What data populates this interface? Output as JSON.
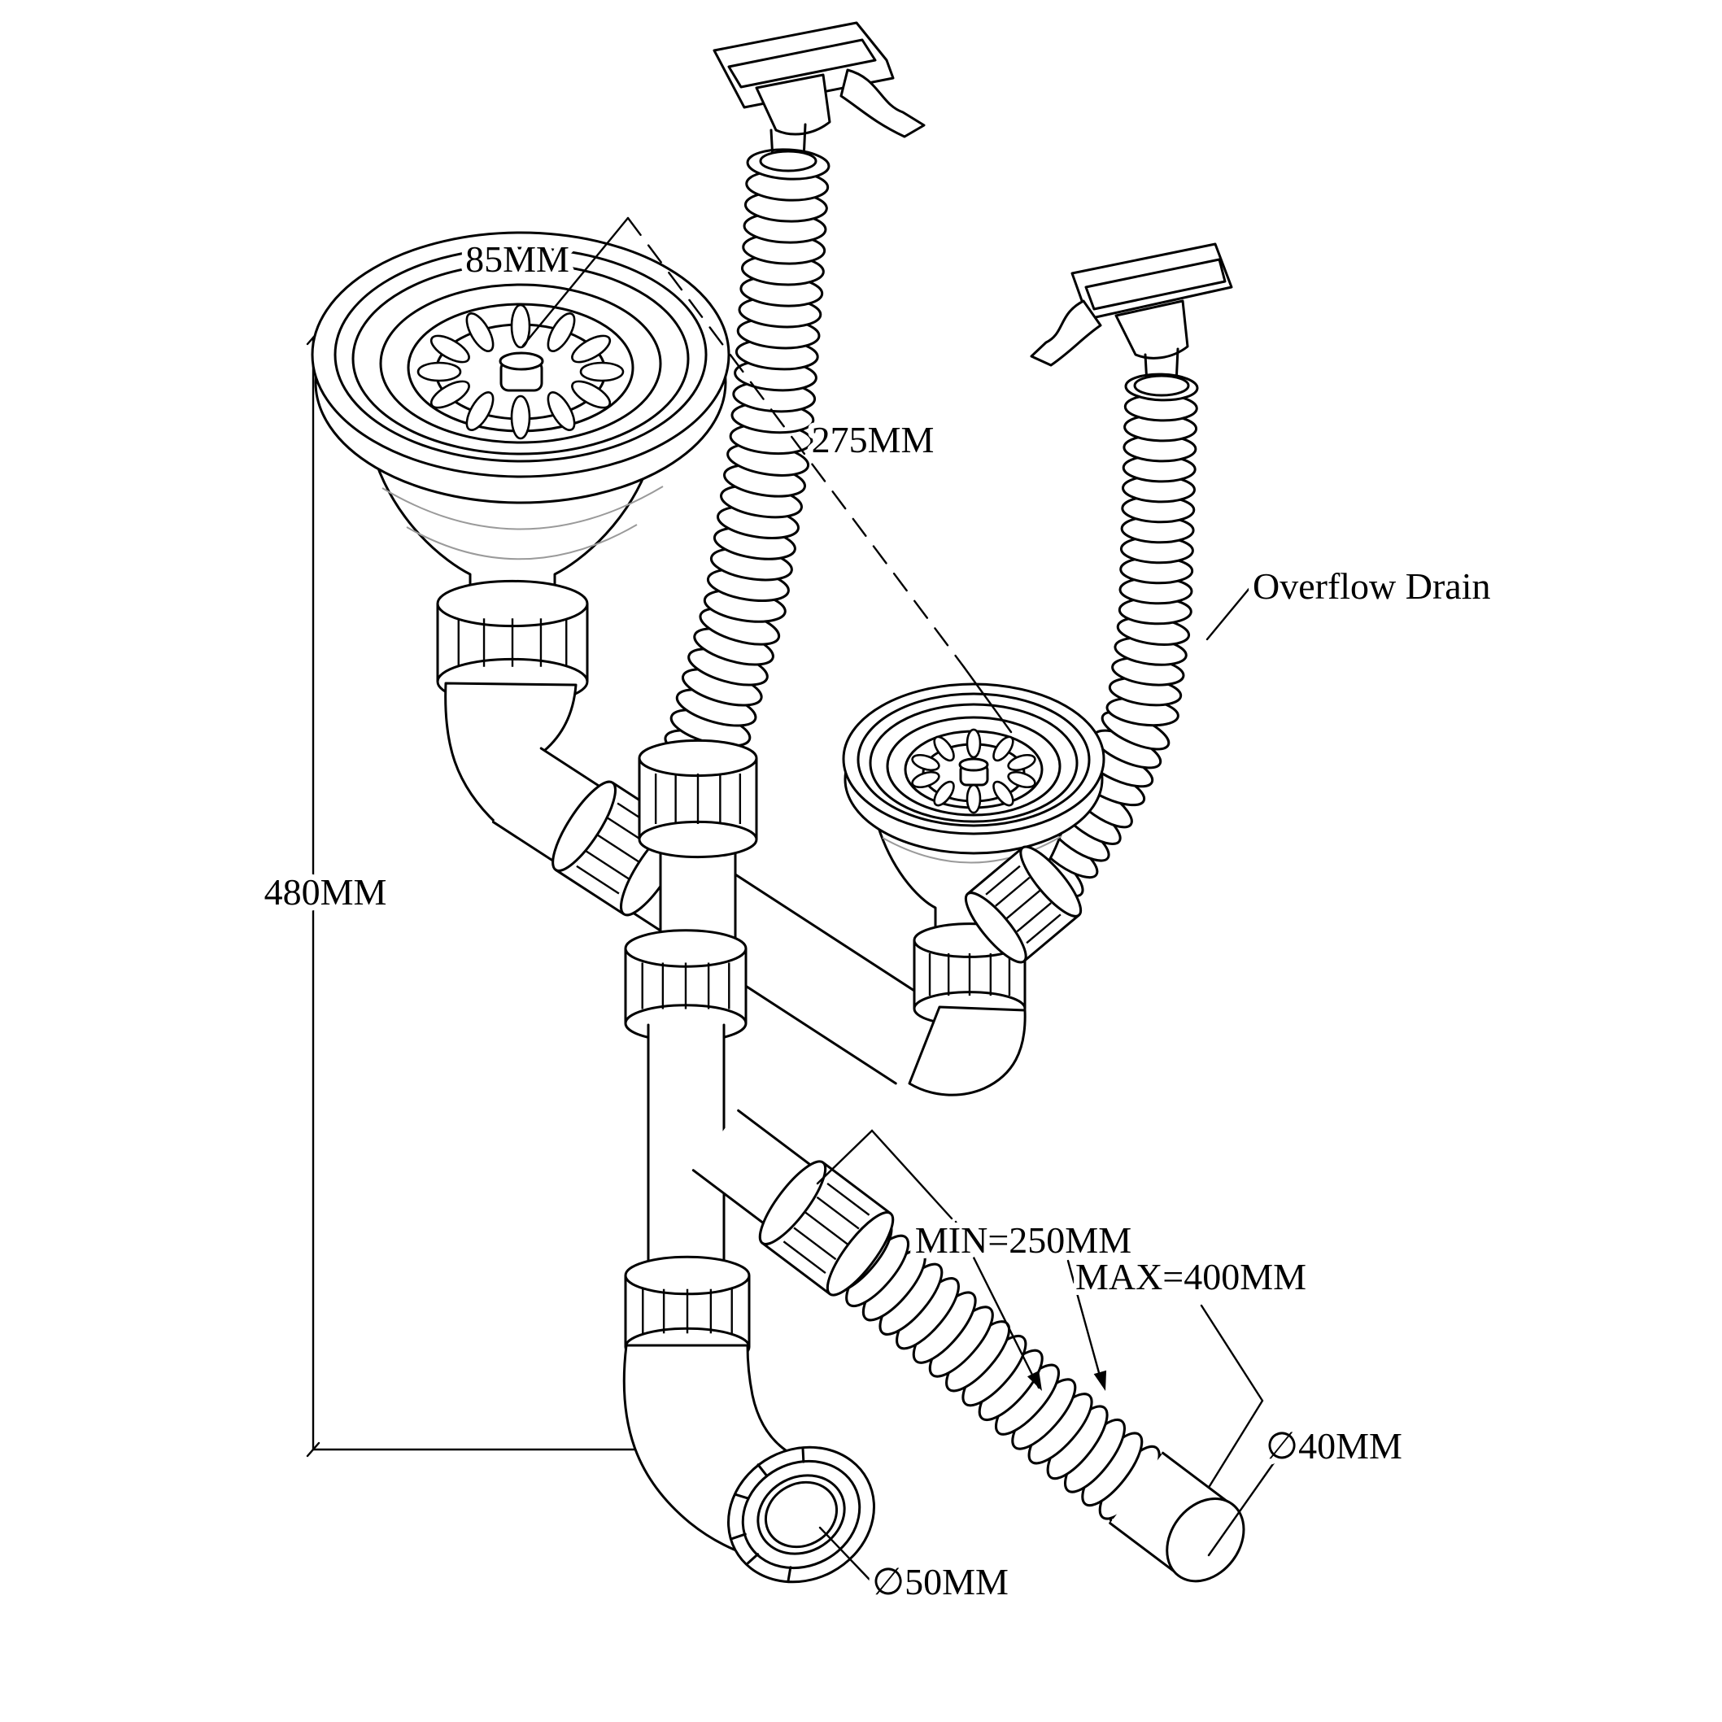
{
  "document": {
    "type": "technical-line-drawing",
    "subject": "Double bowl kitchen sink drain kit with overflow hoses"
  },
  "labels": {
    "basket_diameter": "85MM",
    "center_distance": "275MM",
    "overflow_drain": "Overflow Drain",
    "overall_height": "480MM",
    "hose_min_length": "MIN=250MM",
    "hose_max_length": "MAX=400MM",
    "outlet_hose_diameter": "∅40MM",
    "outlet_pipe_diameter": "∅50MM"
  },
  "colors": {
    "line": "#000000",
    "background": "#ffffff",
    "construction": "#9a9a9a"
  }
}
